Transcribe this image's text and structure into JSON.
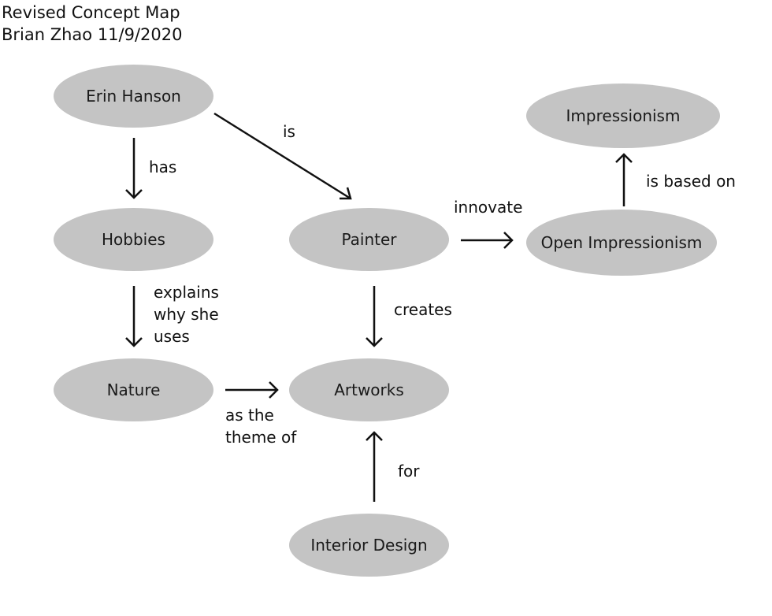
{
  "header": {
    "title": "Revised Concept Map",
    "byline": "Brian Zhao 11/9/2020"
  },
  "nodes": {
    "erin_hanson": "Erin Hanson",
    "hobbies": "Hobbies",
    "nature": "Nature",
    "painter": "Painter",
    "artworks": "Artworks",
    "interior_design": "Interior Design",
    "open_impressionism": "Open Impressionism",
    "impressionism": "Impressionism"
  },
  "edges": {
    "has": "has",
    "is": "is",
    "explains_1": "explains",
    "explains_2": "why she",
    "explains_3": "uses",
    "innovate": "innovate",
    "creates": "creates",
    "theme_1": "as the",
    "theme_2": "theme of",
    "for": "for",
    "based_on": "is based on"
  }
}
